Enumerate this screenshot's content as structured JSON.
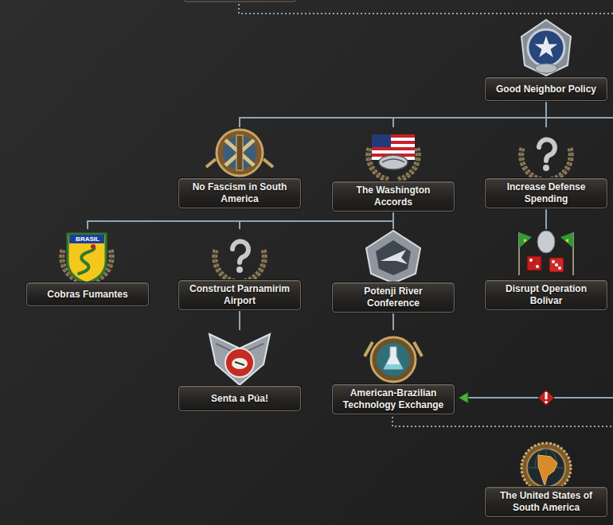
{
  "diagram": {
    "nodes": [
      {
        "text": [
          "Good Neighbor Policy"
        ]
      },
      {
        "text": [
          "No Fascism in South America"
        ]
      },
      {
        "text": [
          "The Washington Accords"
        ]
      },
      {
        "text": [
          "Increase Defense Spending"
        ]
      },
      {
        "text": [
          "Cobras Fumantes"
        ]
      },
      {
        "text": [
          "Construct Parnamirim Airport"
        ]
      },
      {
        "text": [
          "Potenji River Conference"
        ]
      },
      {
        "text": [
          "Disrupt Operation Bolivar"
        ]
      },
      {
        "text": [
          "Senta a Púa!"
        ]
      },
      {
        "text": [
          "American-Brazilian Technology Exchange"
        ]
      },
      {
        "text": [
          "The United States of South America"
        ]
      }
    ],
    "edges": [
      {
        "from": 0,
        "to": 1,
        "arrow": "none"
      },
      {
        "from": 0,
        "to": 2,
        "arrow": "none"
      },
      {
        "from": 0,
        "to": 3,
        "arrow": "none"
      },
      {
        "from": 2,
        "to": 4,
        "arrow": "none"
      },
      {
        "from": 2,
        "to": 5,
        "arrow": "none"
      },
      {
        "from": 2,
        "to": 6,
        "arrow": "none"
      },
      {
        "from": 3,
        "to": 7,
        "arrow": "none"
      },
      {
        "from": 5,
        "to": 8,
        "arrow": "none"
      },
      {
        "from": 6,
        "to": 9,
        "arrow": "none"
      }
    ],
    "labels": [
      "BRASIL"
    ]
  }
}
